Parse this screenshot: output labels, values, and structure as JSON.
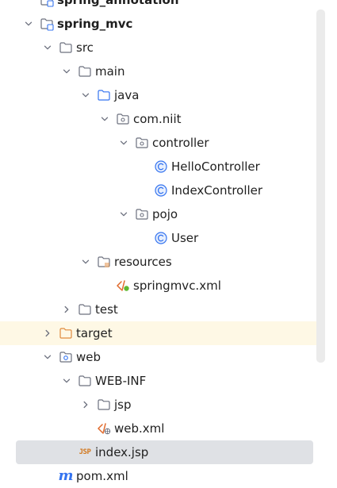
{
  "colors": {
    "folder_stroke": "#6c707e",
    "source_folder_stroke": "#3574f0",
    "excluded_folder_stroke": "#e08a3c",
    "class_icon": "#3574f0",
    "xml_icon": "#e0692b",
    "highlight_row": "#fef8e5",
    "selected_row": "#dfe1e5"
  },
  "tree": [
    {
      "label": "spring_annotation",
      "level": 1,
      "chevron": "none",
      "icon": "module-folder-icon",
      "bold": true,
      "partial": true
    },
    {
      "label": "spring_mvc",
      "level": 1,
      "chevron": "down",
      "icon": "module-folder-icon",
      "bold": true
    },
    {
      "label": "src",
      "level": 2,
      "chevron": "down",
      "icon": "folder-icon"
    },
    {
      "label": "main",
      "level": 3,
      "chevron": "down",
      "icon": "folder-icon"
    },
    {
      "label": "java",
      "level": 4,
      "chevron": "down",
      "icon": "source-folder-icon"
    },
    {
      "label": "com.niit",
      "level": 5,
      "chevron": "down",
      "icon": "package-icon"
    },
    {
      "label": "controller",
      "level": 6,
      "chevron": "down",
      "icon": "package-icon"
    },
    {
      "label": "HelloController",
      "level": 7,
      "chevron": "none",
      "icon": "class-icon"
    },
    {
      "label": "IndexController",
      "level": 7,
      "chevron": "none",
      "icon": "class-icon"
    },
    {
      "label": "pojo",
      "level": 6,
      "chevron": "down",
      "icon": "package-icon"
    },
    {
      "label": "User",
      "level": 7,
      "chevron": "none",
      "icon": "class-icon"
    },
    {
      "label": "resources",
      "level": 4,
      "chevron": "down",
      "icon": "resources-folder-icon"
    },
    {
      "label": "springmvc.xml",
      "level": 5,
      "chevron": "none",
      "icon": "spring-xml-icon"
    },
    {
      "label": "test",
      "level": 3,
      "chevron": "right",
      "icon": "folder-icon"
    },
    {
      "label": "target",
      "level": 2,
      "chevron": "right",
      "icon": "excluded-folder-icon",
      "highlight": true
    },
    {
      "label": "web",
      "level": 2,
      "chevron": "down",
      "icon": "web-folder-icon"
    },
    {
      "label": "WEB-INF",
      "level": 3,
      "chevron": "down",
      "icon": "folder-icon"
    },
    {
      "label": "jsp",
      "level": 4,
      "chevron": "right",
      "icon": "folder-icon"
    },
    {
      "label": "web.xml",
      "level": 4,
      "chevron": "none",
      "icon": "web-xml-icon"
    },
    {
      "label": "index.jsp",
      "level": 3,
      "chevron": "none",
      "icon": "jsp-icon",
      "selected": true
    },
    {
      "label": "pom.xml",
      "level": 2,
      "chevron": "none",
      "icon": "maven-icon"
    }
  ],
  "jsp_glyph": "JSP",
  "maven_glyph": "m"
}
